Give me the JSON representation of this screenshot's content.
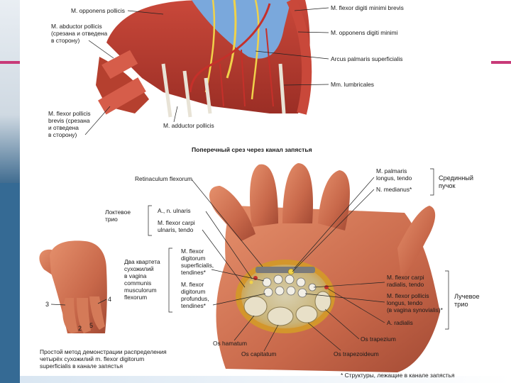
{
  "top_section": {
    "left_labels": {
      "opponens_pollicis": "M. opponens pollicis",
      "abductor_brevis_line1": "M. abductor pollicis",
      "abductor_brevis_line2": "(срезана и отведена",
      "abductor_brevis_line3": "в сторону)",
      "flexor_brevis_line1": "M. flexor pollicis",
      "flexor_brevis_line2": "brevis (срезана",
      "flexor_brevis_line3": "и отведена",
      "flexor_brevis_line4": "в сторону)",
      "adductor_pollicis": "M. adductor pollicis"
    },
    "right_labels": {
      "flexor_digiti_minimi": "M. flexor digiti minimi brevis",
      "opponens_digiti_minimi": "M. opponens digiti minimi",
      "arcus_palmaris": "Arcus palmaris superficialis",
      "lumbricales": "Mm. lumbricales"
    }
  },
  "section_title": "Поперечный срез через канал запястья",
  "main_labels": {
    "retinaculum": "Retinaculum flexorum",
    "palmaris_longus_line1": "M. palmaris",
    "palmaris_longus_line2": "longus, tendo",
    "n_medianus": "N. medianus*",
    "median_group_line1": "Срединный",
    "median_group_line2": "пучок",
    "ulnar_group_line1": "Локтевое",
    "ulnar_group_line2": "трио",
    "a_n_ulnaris": "A., n. ulnaris",
    "fcu_line1": "M. flexor carpi",
    "fcu_line2": "ulnaris, tendo",
    "four_tendons_line1": "Два квартета",
    "four_tendons_line2": "сухожилий",
    "four_tendons_line3": "в vagina",
    "four_tendons_line4": "communis",
    "four_tendons_line5": "musculorum",
    "four_tendons_line6": "flexorum",
    "fds_line1": "M. flexor",
    "fds_line2": "digitorum",
    "fds_line3": "superficialis,",
    "fds_line4": "tendines*",
    "fdp_line1": "M. flexor",
    "fdp_line2": "digitorum",
    "fdp_line3": "profundus,",
    "fdp_line4": "tendines*",
    "fcr_line1": "M. flexor carpi",
    "fcr_line2": "radialis, tendo",
    "fpl_line1": "M. flexor pollicis",
    "fpl_line2": "longus, tendo",
    "fpl_line3": "(в vagina synovialis)*",
    "radial_group_line1": "Лучевое",
    "radial_group_line2": "трио",
    "a_radialis": "A. radialis",
    "os_trapezium": "Os trapezium",
    "os_hamatum": "Os hamatum",
    "os_capitatum": "Os capitatum",
    "os_trapezoideum": "Os trapezoideum",
    "footnote": "* Структуры, лежащие в канале запястья"
  },
  "small_hand": {
    "numbers": [
      "3",
      "4",
      "2",
      "5"
    ],
    "caption_line1": "Простой метод демонстрации распределения",
    "caption_line2": "четырёх сухожилий m. flexor digitorum",
    "caption_line3": "superficialis в канале запястья"
  },
  "colors": {
    "skin": "#c8684a",
    "skin_light": "#e08b68",
    "muscle": "#b83a2e",
    "nerve": "#f0d24a",
    "vein": "#6f9fd4",
    "artery": "#c5302a",
    "tendon": "#e8e3d6",
    "slide_blue": "#356a94",
    "slide_pink": "#c83a78"
  }
}
